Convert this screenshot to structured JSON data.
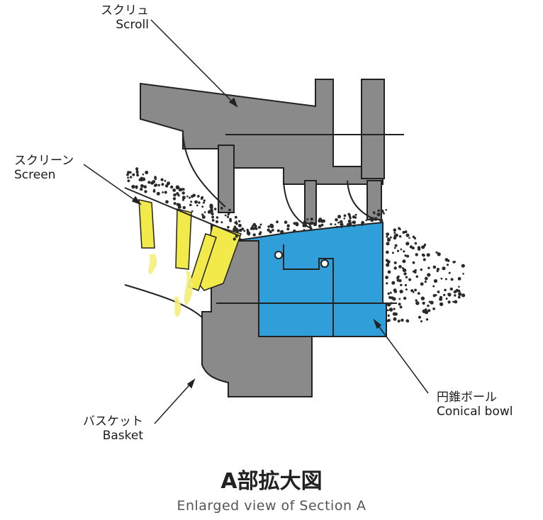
{
  "labels": {
    "scroll": {
      "jp": "スクリュ",
      "en": "Scroll"
    },
    "screen": {
      "jp": "スクリーン",
      "en": "Screen"
    },
    "basket": {
      "jp": "バスケット",
      "en": "Basket"
    },
    "conical_bowl": {
      "jp": "円錐ボール",
      "en": "Conical bowl"
    }
  },
  "title": {
    "jp": "A部拡大図",
    "en": "Enlarged view of Section A"
  },
  "colors": {
    "metal": "#8a8a8a",
    "metal_dark": "#6e6e6e",
    "outline": "#222222",
    "screen_yellow": "#f2ea4a",
    "bowl_blue": "#2f9ed9",
    "particles": "#2a2a2a"
  }
}
